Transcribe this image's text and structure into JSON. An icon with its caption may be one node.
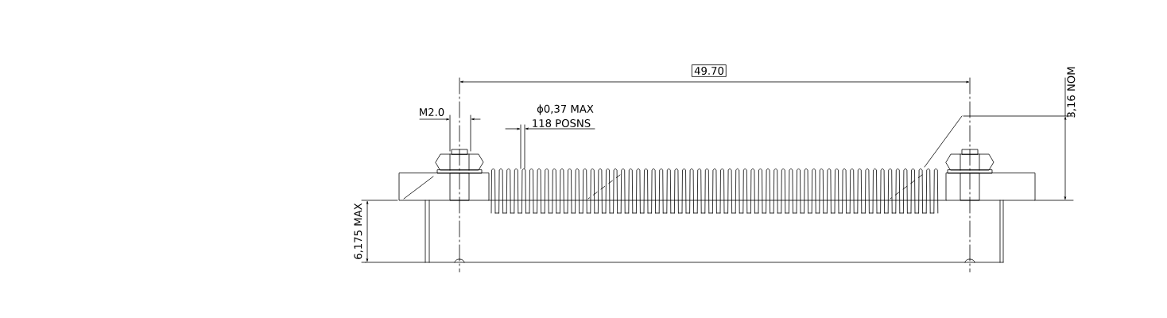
{
  "diagram": {
    "labels": [
      "49.70",
      "3,16 NOM",
      "M2.0",
      "ϕ0,37 MAX",
      "118 POSNS",
      "6,175 MAX"
    ]
  }
}
